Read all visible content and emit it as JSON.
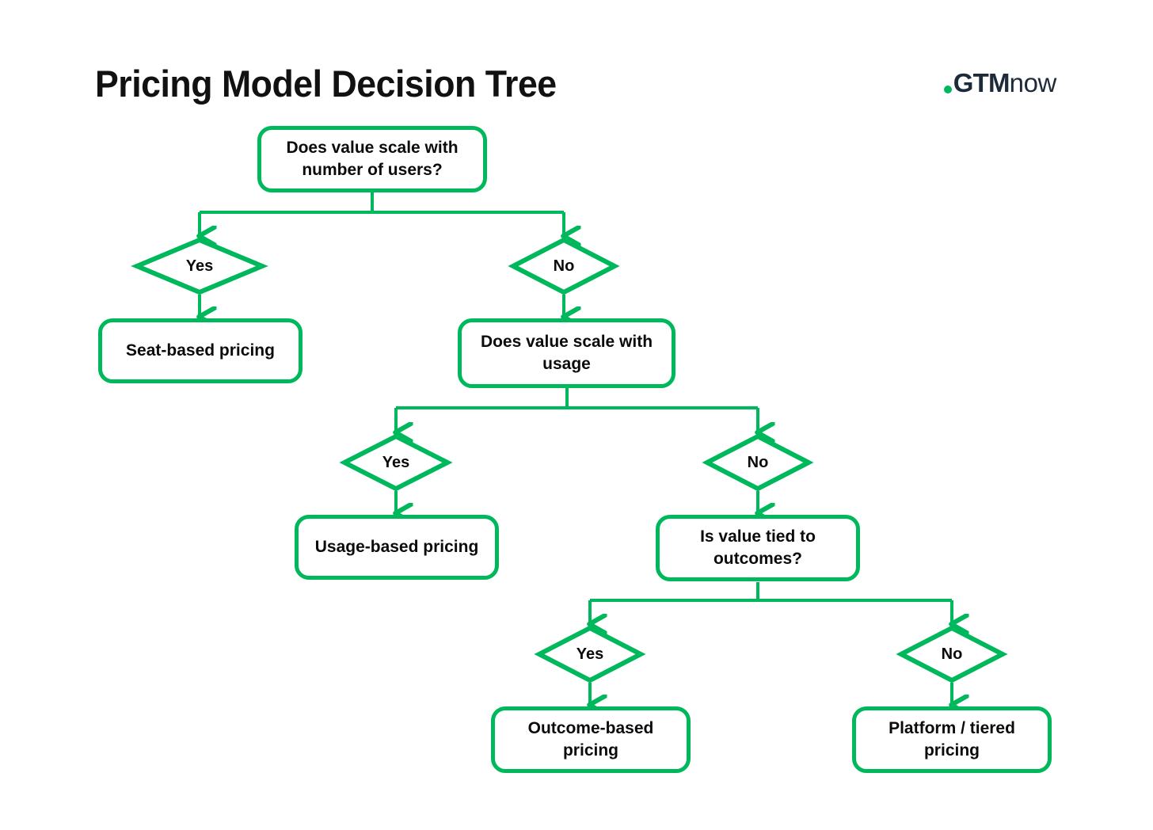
{
  "header": {
    "title": "Pricing Model Decision Tree",
    "logo": {
      "dot": "green-dot-icon",
      "strong": "GTM",
      "light": "now"
    }
  },
  "theme": {
    "accent_green": "#00b85c",
    "text_dark": "#0b0b0b",
    "logo_navy": "#1c2a3a",
    "background": "#ffffff"
  },
  "diagram": {
    "type": "decision-tree",
    "nodes": [
      {
        "id": "q1",
        "kind": "question",
        "label": "Does value scale with number of users?"
      },
      {
        "id": "q1-yes",
        "kind": "decision",
        "label": "Yes"
      },
      {
        "id": "q1-no",
        "kind": "decision",
        "label": "No"
      },
      {
        "id": "seat",
        "kind": "outcome",
        "label": "Seat-based pricing"
      },
      {
        "id": "q2",
        "kind": "question",
        "label": "Does value scale with usage"
      },
      {
        "id": "q2-yes",
        "kind": "decision",
        "label": "Yes"
      },
      {
        "id": "q2-no",
        "kind": "decision",
        "label": "No"
      },
      {
        "id": "usage",
        "kind": "outcome",
        "label": "Usage-based pricing"
      },
      {
        "id": "q3",
        "kind": "question",
        "label": "Is value tied to outcomes?"
      },
      {
        "id": "q3-yes",
        "kind": "decision",
        "label": "Yes"
      },
      {
        "id": "q3-no",
        "kind": "decision",
        "label": "No"
      },
      {
        "id": "outcome",
        "kind": "outcome",
        "label": "Outcome-based pricing"
      },
      {
        "id": "platform",
        "kind": "outcome",
        "label": "Platform / tiered pricing"
      }
    ],
    "edges": [
      {
        "from": "q1",
        "to": "q1-yes"
      },
      {
        "from": "q1",
        "to": "q1-no"
      },
      {
        "from": "q1-yes",
        "to": "seat"
      },
      {
        "from": "q1-no",
        "to": "q2"
      },
      {
        "from": "q2",
        "to": "q2-yes"
      },
      {
        "from": "q2",
        "to": "q2-no"
      },
      {
        "from": "q2-yes",
        "to": "usage"
      },
      {
        "from": "q2-no",
        "to": "q3"
      },
      {
        "from": "q3",
        "to": "q3-yes"
      },
      {
        "from": "q3",
        "to": "q3-no"
      },
      {
        "from": "q3-yes",
        "to": "outcome"
      },
      {
        "from": "q3-no",
        "to": "platform"
      }
    ]
  }
}
